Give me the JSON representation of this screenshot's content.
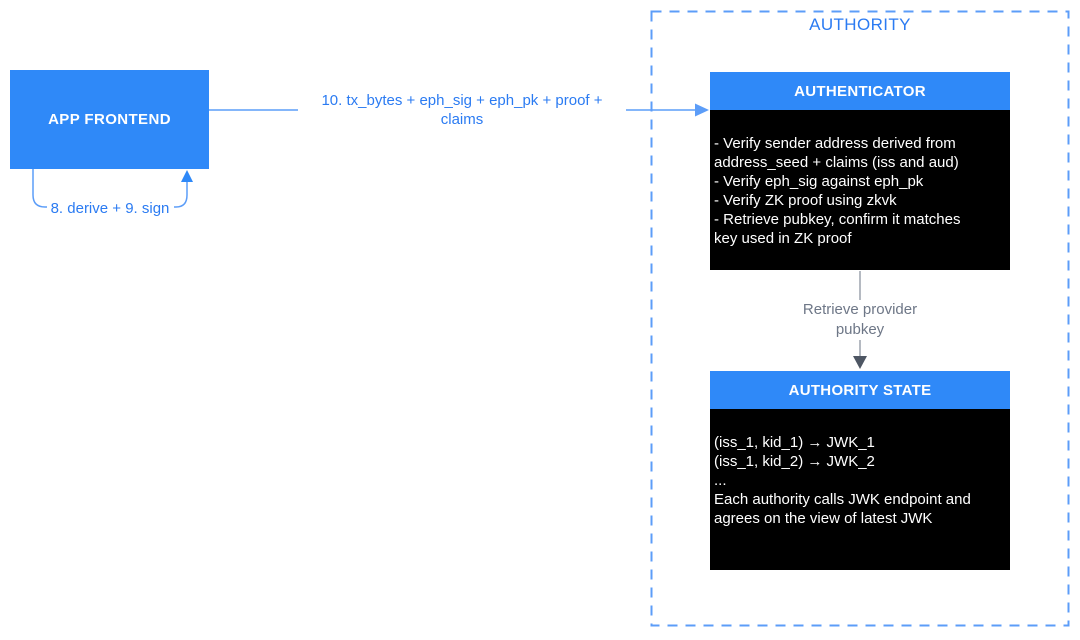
{
  "diagram": {
    "app_frontend": {
      "title": "APP FRONTEND"
    },
    "labels": {
      "main_arrow": "10. tx_bytes + eph_sig + eph_pk + proof +\nclaims",
      "self_loop": "8. derive + 9. sign",
      "retrieve": "Retrieve provider\npubkey"
    },
    "authority": {
      "title": "AUTHORITY",
      "authenticator": {
        "title": "AUTHENTICATOR",
        "body": "- Verify sender address derived from\naddress_seed + claims (iss and aud)\n- Verify eph_sig against eph_pk\n- Verify ZK proof using zkvk\n- Retrieve pubkey, confirm it matches\nkey used in ZK proof"
      },
      "authority_state": {
        "title": "AUTHORITY STATE",
        "body": "(iss_1, kid_1) → JWK_1\n(iss_1, kid_2) → JWK_2\n...\nEach authority calls JWK endpoint and\nagrees on the view of latest JWK"
      }
    },
    "colors": {
      "node_blue": "#2F89F8",
      "connector_blue": "#5C9DF8",
      "label_blue": "#2B7BF2",
      "box_black": "#000000",
      "gray_label": "#6E7787",
      "gray_line": "#9CA3AE",
      "gray_arrowhead": "#4E5663",
      "background": "#FFFFFF"
    }
  }
}
